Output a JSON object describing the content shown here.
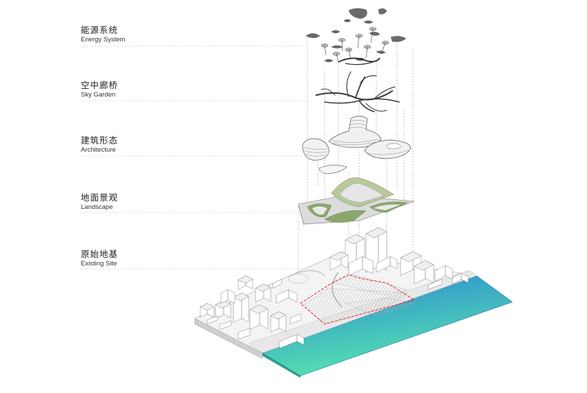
{
  "layers": [
    {
      "zh": "能源系统",
      "en": "Energy System"
    },
    {
      "zh": "空中廊桥",
      "en": "Sky Garden"
    },
    {
      "zh": "建筑形态",
      "en": "Architecture"
    },
    {
      "zh": "地面景观",
      "en": "Landscape"
    },
    {
      "zh": "原始地基",
      "en": "Existing Site"
    }
  ],
  "colors": {
    "water_top": "#2a86d6",
    "water_bottom": "#56e3ad",
    "landscape_green": "#8ba86a",
    "boundary_red": "#e02424",
    "leader": "#9a9a9a"
  }
}
